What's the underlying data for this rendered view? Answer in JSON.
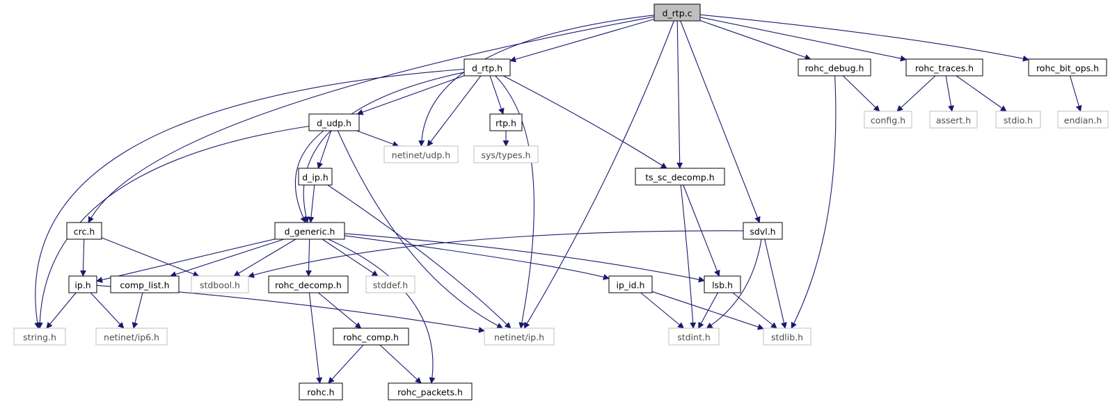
{
  "graph": {
    "colors": {
      "edge": "#191970",
      "node_border": "#000000",
      "external_border": "#bfbfbf",
      "external_text": "#4d4d4d",
      "root_fill": "#bfbfbf",
      "background": "#ffffff"
    },
    "nodes": [
      {
        "id": "d_rtp_c",
        "label": "d_rtp.c",
        "kind": "root"
      },
      {
        "id": "d_rtp_h",
        "label": "d_rtp.h",
        "kind": "local"
      },
      {
        "id": "rohc_debug_h",
        "label": "rohc_debug.h",
        "kind": "local"
      },
      {
        "id": "rohc_traces_h",
        "label": "rohc_traces.h",
        "kind": "local"
      },
      {
        "id": "rohc_bit_ops_h",
        "label": "rohc_bit_ops.h",
        "kind": "local"
      },
      {
        "id": "config_h",
        "label": "config.h",
        "kind": "system"
      },
      {
        "id": "assert_h",
        "label": "assert.h",
        "kind": "system"
      },
      {
        "id": "stdio_h",
        "label": "stdio.h",
        "kind": "system"
      },
      {
        "id": "endian_h",
        "label": "endian.h",
        "kind": "system"
      },
      {
        "id": "d_udp_h",
        "label": "d_udp.h",
        "kind": "local"
      },
      {
        "id": "rtp_h",
        "label": "rtp.h",
        "kind": "local"
      },
      {
        "id": "netinet_udp_h",
        "label": "netinet/udp.h",
        "kind": "system"
      },
      {
        "id": "sys_types_h",
        "label": "sys/types.h",
        "kind": "system"
      },
      {
        "id": "ts_sc_decomp_h",
        "label": "ts_sc_decomp.h",
        "kind": "local"
      },
      {
        "id": "d_ip_h",
        "label": "d_ip.h",
        "kind": "local"
      },
      {
        "id": "crc_h",
        "label": "crc.h",
        "kind": "local"
      },
      {
        "id": "d_generic_h",
        "label": "d_generic.h",
        "kind": "local"
      },
      {
        "id": "sdvl_h",
        "label": "sdvl.h",
        "kind": "local"
      },
      {
        "id": "ip_h",
        "label": "ip.h",
        "kind": "local"
      },
      {
        "id": "comp_list_h",
        "label": "comp_list.h",
        "kind": "local"
      },
      {
        "id": "stdbool_h",
        "label": "stdbool.h",
        "kind": "system"
      },
      {
        "id": "rohc_decomp_h",
        "label": "rohc_decomp.h",
        "kind": "local"
      },
      {
        "id": "stddef_h",
        "label": "stddef.h",
        "kind": "system"
      },
      {
        "id": "ip_id_h",
        "label": "ip_id.h",
        "kind": "local"
      },
      {
        "id": "lsb_h",
        "label": "lsb.h",
        "kind": "local"
      },
      {
        "id": "string_h",
        "label": "string.h",
        "kind": "system"
      },
      {
        "id": "netinet_ip6_h",
        "label": "netinet/ip6.h",
        "kind": "system"
      },
      {
        "id": "rohc_comp_h",
        "label": "rohc_comp.h",
        "kind": "local"
      },
      {
        "id": "netinet_ip_h",
        "label": "netinet/ip.h",
        "kind": "system"
      },
      {
        "id": "stdint_h",
        "label": "stdint.h",
        "kind": "system"
      },
      {
        "id": "stdlib_h",
        "label": "stdlib.h",
        "kind": "system"
      },
      {
        "id": "rohc_h",
        "label": "rohc.h",
        "kind": "local"
      },
      {
        "id": "rohc_packets_h",
        "label": "rohc_packets.h",
        "kind": "local"
      }
    ],
    "edges": [
      [
        "d_rtp_c",
        "d_rtp_h"
      ],
      [
        "d_rtp_c",
        "crc_h"
      ],
      [
        "d_rtp_c",
        "netinet_udp_h"
      ],
      [
        "d_rtp_c",
        "ts_sc_decomp_h"
      ],
      [
        "d_rtp_c",
        "netinet_ip_h"
      ],
      [
        "d_rtp_c",
        "sdvl_h"
      ],
      [
        "d_rtp_c",
        "rohc_debug_h"
      ],
      [
        "d_rtp_c",
        "rohc_traces_h"
      ],
      [
        "d_rtp_c",
        "rohc_bit_ops_h"
      ],
      [
        "d_rtp_h",
        "string_h"
      ],
      [
        "d_rtp_h",
        "d_generic_h"
      ],
      [
        "d_rtp_h",
        "d_udp_h"
      ],
      [
        "d_rtp_h",
        "netinet_udp_h"
      ],
      [
        "d_rtp_h",
        "rtp_h"
      ],
      [
        "d_rtp_h",
        "netinet_ip_h"
      ],
      [
        "d_rtp_h",
        "ts_sc_decomp_h"
      ],
      [
        "rohc_debug_h",
        "config_h"
      ],
      [
        "rohc_debug_h",
        "stdlib_h"
      ],
      [
        "rohc_traces_h",
        "config_h"
      ],
      [
        "rohc_traces_h",
        "assert_h"
      ],
      [
        "rohc_traces_h",
        "stdio_h"
      ],
      [
        "rohc_bit_ops_h",
        "endian_h"
      ],
      [
        "d_udp_h",
        "string_h"
      ],
      [
        "d_udp_h",
        "d_generic_h"
      ],
      [
        "d_udp_h",
        "d_ip_h"
      ],
      [
        "d_udp_h",
        "netinet_udp_h"
      ],
      [
        "d_udp_h",
        "netinet_ip_h"
      ],
      [
        "rtp_h",
        "sys_types_h"
      ],
      [
        "ts_sc_decomp_h",
        "stdint_h"
      ],
      [
        "ts_sc_decomp_h",
        "lsb_h"
      ],
      [
        "d_ip_h",
        "d_generic_h"
      ],
      [
        "d_ip_h",
        "netinet_ip_h"
      ],
      [
        "crc_h",
        "ip_h"
      ],
      [
        "crc_h",
        "stdbool_h"
      ],
      [
        "sdvl_h",
        "stdbool_h"
      ],
      [
        "sdvl_h",
        "stdint_h"
      ],
      [
        "sdvl_h",
        "stdlib_h"
      ],
      [
        "d_generic_h",
        "ip_h"
      ],
      [
        "d_generic_h",
        "comp_list_h"
      ],
      [
        "d_generic_h",
        "stdbool_h"
      ],
      [
        "d_generic_h",
        "rohc_decomp_h"
      ],
      [
        "d_generic_h",
        "stddef_h"
      ],
      [
        "d_generic_h",
        "rohc_packets_h"
      ],
      [
        "d_generic_h",
        "ip_id_h"
      ],
      [
        "d_generic_h",
        "lsb_h"
      ],
      [
        "ip_h",
        "string_h"
      ],
      [
        "ip_h",
        "netinet_ip6_h"
      ],
      [
        "ip_h",
        "netinet_ip_h"
      ],
      [
        "comp_list_h",
        "netinet_ip6_h"
      ],
      [
        "rohc_decomp_h",
        "rohc_h"
      ],
      [
        "rohc_decomp_h",
        "rohc_comp_h"
      ],
      [
        "rohc_comp_h",
        "rohc_h"
      ],
      [
        "rohc_comp_h",
        "rohc_packets_h"
      ],
      [
        "ip_id_h",
        "stdint_h"
      ],
      [
        "ip_id_h",
        "stdlib_h"
      ],
      [
        "lsb_h",
        "stdint_h"
      ],
      [
        "lsb_h",
        "stdlib_h"
      ]
    ]
  }
}
